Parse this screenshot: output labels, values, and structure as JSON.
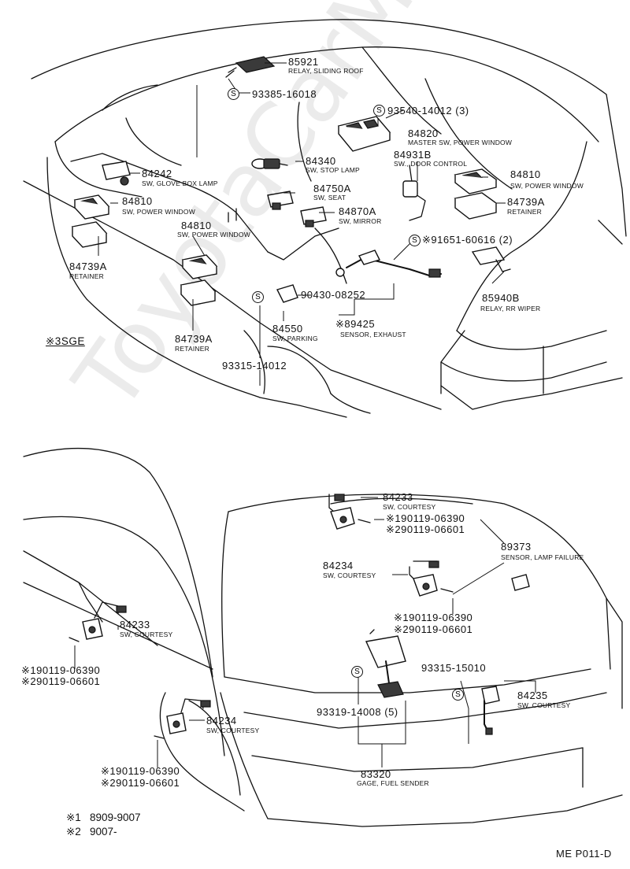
{
  "watermark": "ToyotaCarManu.ru",
  "page_code": "ME P011-D",
  "section_mark": "※3SGE",
  "legend": [
    {
      "mark": "※1",
      "range": "8909-9007"
    },
    {
      "mark": "※2",
      "range": "9007-"
    }
  ],
  "bolt_symbol": "S",
  "labels": {
    "p85921": "85921",
    "d85921": "RELAY, SLIDING ROOF",
    "p93385": "93385-16018",
    "p93540": "93540-14012 (3)",
    "p84820": "84820",
    "d84820": "MASTER SW, POWER WINDOW",
    "p84340": "84340",
    "d84340": "SW, STOP LAMP",
    "p84931": "84931B",
    "d84931": "SW., DOOR CONTROL",
    "p84242": "84242",
    "d84242": "SW, GLOVE BOX LAMP",
    "p84810a": "84810",
    "d84810a": "SW, POWER WINDOW",
    "p84750": "84750A",
    "d84750": "SW, SEAT",
    "p84810r": "84810",
    "d84810r": "SW, POWER WINDOW",
    "p84739r": "84739A",
    "d84739r": "RETAINER",
    "p84870": "84870A",
    "d84870": "SW, MIRROR",
    "p84810b": "84810",
    "d84810b": "SW, POWER WINDOW",
    "p91651": "※91651-60616 (2)",
    "p84739a": "84739A",
    "d84739a": "RETAINER",
    "p90430": "90430-08252",
    "p85940": "85940B",
    "d85940": "RELAY, RR WIPER",
    "p84550": "84550",
    "d84550": "SW, PARKING",
    "p89425": "※89425",
    "d89425": "SENSOR, EXHAUST",
    "p84739b": "84739A",
    "d84739b": "RETAINER",
    "p93315a": "93315-14012",
    "p84233a": "84233",
    "d84233a": "SW, COURTESY",
    "p84233a1": "※190119-06390",
    "p84233a2": "※290119-06601",
    "p89373": "89373",
    "d89373": "SENSOR, LAMP FAILURE",
    "p84234a": "84234",
    "d84234a": "SW, COURTESY",
    "p84234a1": "※190119-06390",
    "p84234a2": "※290119-06601",
    "p84233b": "84233",
    "d84233b": "SW, COURTESY",
    "p84233b1": "※190119-06390",
    "p84233b2": "※290119-06601",
    "p93315b": "93315-15010",
    "p84235": "84235",
    "d84235": "SW, COURTESY",
    "p93319": "93319-14008 (5)",
    "p84234b": "84234",
    "d84234b": "SW, COURTESY",
    "p84234b1": "※190119-06390",
    "p84234b2": "※290119-06601",
    "p83320": "83320",
    "d83320": "GAGE, FUEL SENDER"
  }
}
